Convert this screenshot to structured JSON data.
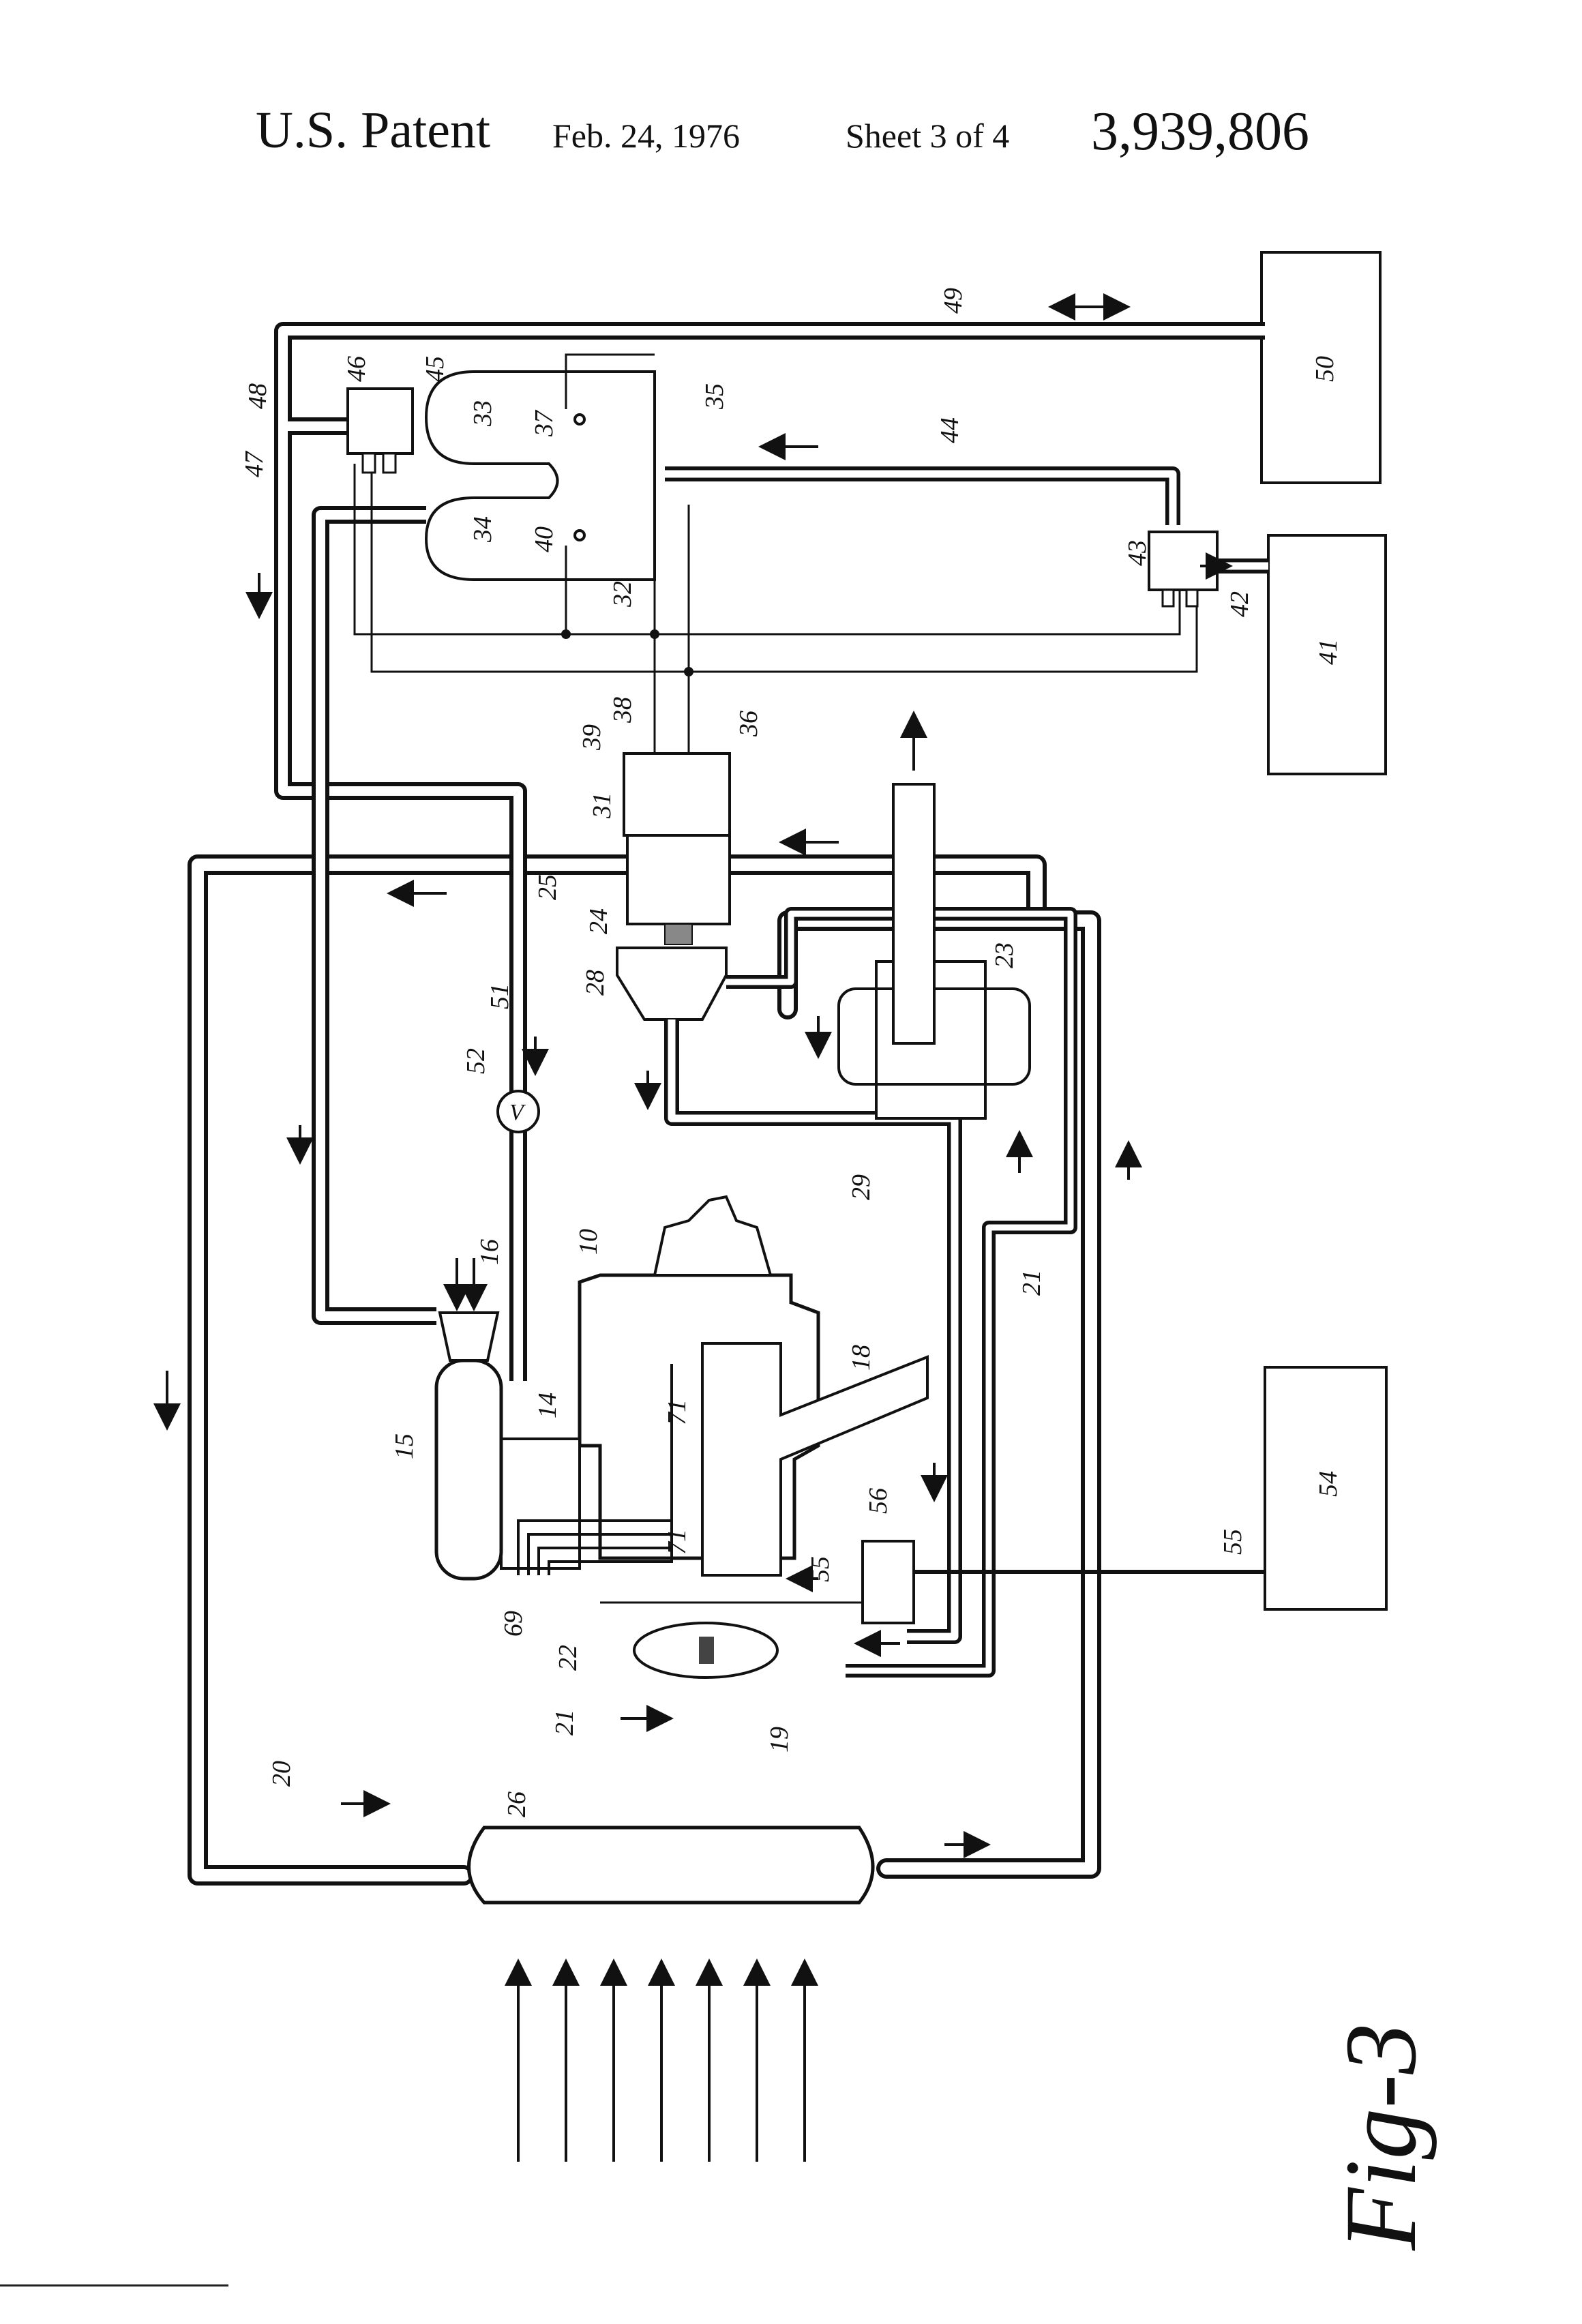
{
  "header": {
    "title": "U.S. Patent",
    "date": "Feb. 24, 1976",
    "sheet": "Sheet 3 of 4",
    "patent_number": "3,939,806"
  },
  "figure_label": "Fig-3",
  "colors": {
    "ink": "#111111",
    "paper": "#ffffff"
  },
  "labels": {
    "n10": "10",
    "n14": "14",
    "n15": "15",
    "n16": "16",
    "n18": "18",
    "n19": "19",
    "n20": "20",
    "n21a": "21",
    "n21b": "21",
    "n22": "22",
    "n23": "23",
    "n24": "24",
    "n25": "25",
    "n26": "26",
    "n28": "28",
    "n29": "29",
    "n31": "31",
    "n32": "32",
    "n33": "33",
    "n34": "34",
    "n35": "35",
    "n36": "36",
    "n37": "37",
    "n38": "38",
    "n39": "39",
    "n40": "40",
    "n41": "41",
    "n42": "42",
    "n43": "43",
    "n44": "44",
    "n45": "45",
    "n46": "46",
    "n47": "47",
    "n48": "48",
    "n49": "49",
    "n50": "50",
    "n51": "51",
    "n52": "52",
    "n54": "54",
    "n55a": "55",
    "n55b": "55",
    "n56": "56",
    "n69": "69",
    "n71a": "71",
    "n71b": "71",
    "valve": "V"
  }
}
